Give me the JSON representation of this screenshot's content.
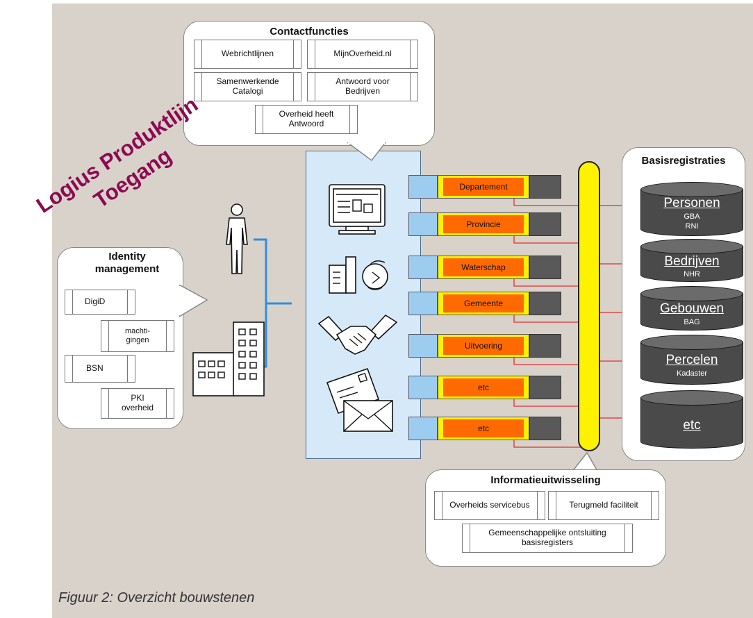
{
  "caption": "Figuur 2: Overzicht bouwstenen",
  "watermark": {
    "line1": "Logius Produktlijn",
    "line2": "Toegang"
  },
  "contactfuncties": {
    "title": "Contactfuncties",
    "items": [
      "Webrichtlijnen",
      "MijnOverheid.nl",
      "Samenwerkende Catalogi",
      "Antwoord voor Bedrijven",
      "Overheid heeft Antwoord"
    ]
  },
  "identity": {
    "title": "Identity management",
    "items": [
      "DigiD",
      "machti-gingen",
      "BSN",
      "PKI overheid"
    ]
  },
  "channels": [
    "monitor-icon",
    "phone-fax-icon",
    "handshake-icon",
    "mail-icon"
  ],
  "actors": [
    "person-icon",
    "building-icon"
  ],
  "organisaties": [
    "Departement",
    "Provincie",
    "Waterschap",
    "Gemeente",
    "Uitvoering",
    "etc",
    "etc"
  ],
  "basisregistraties": {
    "title": "Basisregistraties",
    "items": [
      {
        "name": "Personen",
        "sub": "GBA",
        "sub2": "RNI"
      },
      {
        "name": "Bedrijven",
        "sub": "NHR"
      },
      {
        "name": "Gebouwen",
        "sub": "BAG"
      },
      {
        "name": "Percelen",
        "sub": "Kadaster"
      },
      {
        "name": "etc",
        "sub": ""
      }
    ]
  },
  "informatieuitwisseling": {
    "title": "Informatieuitwisseling",
    "items": [
      "Overheids servicebus",
      "Terugmeld faciliteit",
      "Gemeenschappelijke ontsluiting basisregisters"
    ]
  },
  "colors": {
    "background": "#d9d2cb",
    "channel_panel": "#d6e9f8",
    "bus": "#fff200",
    "org": "#ff6a00",
    "line": "#e03030",
    "watermark": "#8b0a50"
  }
}
